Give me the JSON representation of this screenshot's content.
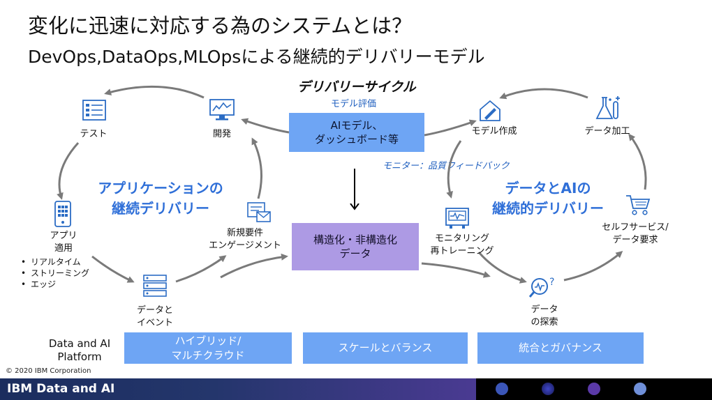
{
  "title": "変化に迅速に対応する為のシステムとは？",
  "subtitle": "DevOps,DataOps,MLOpsによる継続的デリバリーモデル",
  "cycle_title": "デリバリーサイクル",
  "model_eval": "モデル評価",
  "monitor_feedback": "モニター：品質フィードバック",
  "ai_model_box": "AIモデル、\nダッシュボード等",
  "data_box": "構造化・非構造化\nデータ",
  "left_cycle_title": "アプリケーションの\n継続デリバリー",
  "right_cycle_title": "データとAIの\n継続的デリバリー",
  "nodes": {
    "test": "テスト",
    "dev": "開発",
    "app": "アプリ\n適用",
    "data_event": "データと\nイベント",
    "new_req": "新規要件\nエンゲージメント",
    "model_create": "モデル作成",
    "data_process": "データ加工",
    "monitoring": "モニタリング\n再トレーニング",
    "self_service": "セルフサービス/\nデータ要求",
    "data_explore": "データ\nの探索"
  },
  "bullets": [
    "リアルタイム",
    "ストリーミング",
    "エッジ"
  ],
  "platform_label": "Data and AI\nPlatform",
  "platform_boxes": [
    "ハイブリッド/\nマルチクラウド",
    "スケールとバランス",
    "統合とガバナンス"
  ],
  "copyright": "© 2020 IBM Corporation",
  "footer": "IBM Data and AI",
  "colors": {
    "box_blue": "#6ea5f4",
    "box_purple": "#ad9ae4",
    "cycle_text_blue": "#2f6fd8",
    "arrow_gray": "#7a7a7a",
    "icon_blue": "#2b6cc4",
    "footer_dark": "#1b2d5e"
  }
}
